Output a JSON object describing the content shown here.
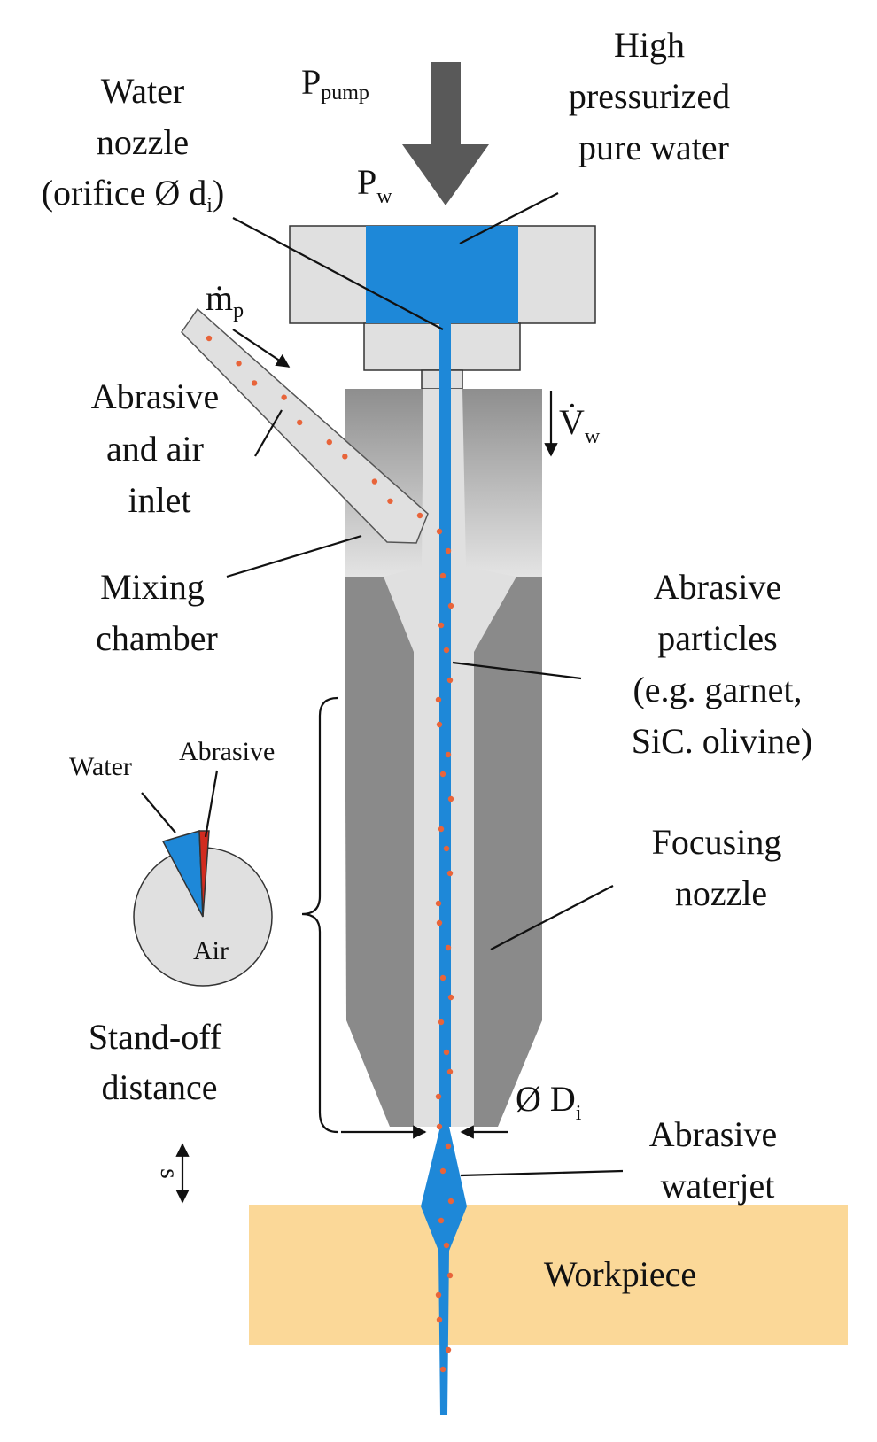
{
  "labels": {
    "water_nozzle": [
      "Water",
      "nozzle",
      "(orifice Ø d"
    ],
    "water_nozzle_sub": "i",
    "water_nozzle_close": ")",
    "high_pressure": [
      "High",
      "pressurized",
      "pure water"
    ],
    "abrasive_inlet": [
      "Abrasive",
      "and air",
      "inlet"
    ],
    "mixing_chamber": [
      "Mixing",
      "chamber"
    ],
    "abrasive_particles": [
      "Abrasive",
      "particles",
      "(e.g. garnet,",
      "SiC. olivine)"
    ],
    "focusing_nozzle": [
      "Focusing",
      "nozzle"
    ],
    "standoff": [
      "Stand-off",
      "distance"
    ],
    "abrasive_waterjet": [
      "Abrasive",
      "waterjet"
    ],
    "workpiece": "Workpiece"
  },
  "symbols": {
    "p_pump": "P",
    "p_pump_sub": "pump",
    "p_w": "P",
    "p_w_sub": "w",
    "m_p": "ṁ",
    "m_p_sub": "p",
    "v_w": "V̇",
    "v_w_sub": "w",
    "d_i": "Ø D",
    "d_i_sub": "i",
    "s": "s"
  },
  "pie": {
    "labels": {
      "water": "Water",
      "abrasive": "Abrasive",
      "air": "Air"
    }
  },
  "colors": {
    "water": "#1e88d8",
    "abrasive_particle": "#e8643a",
    "nozzle_dark": "#8a8a8a",
    "housing_light": "#e0e0e0",
    "workpiece": "#fbd898"
  }
}
